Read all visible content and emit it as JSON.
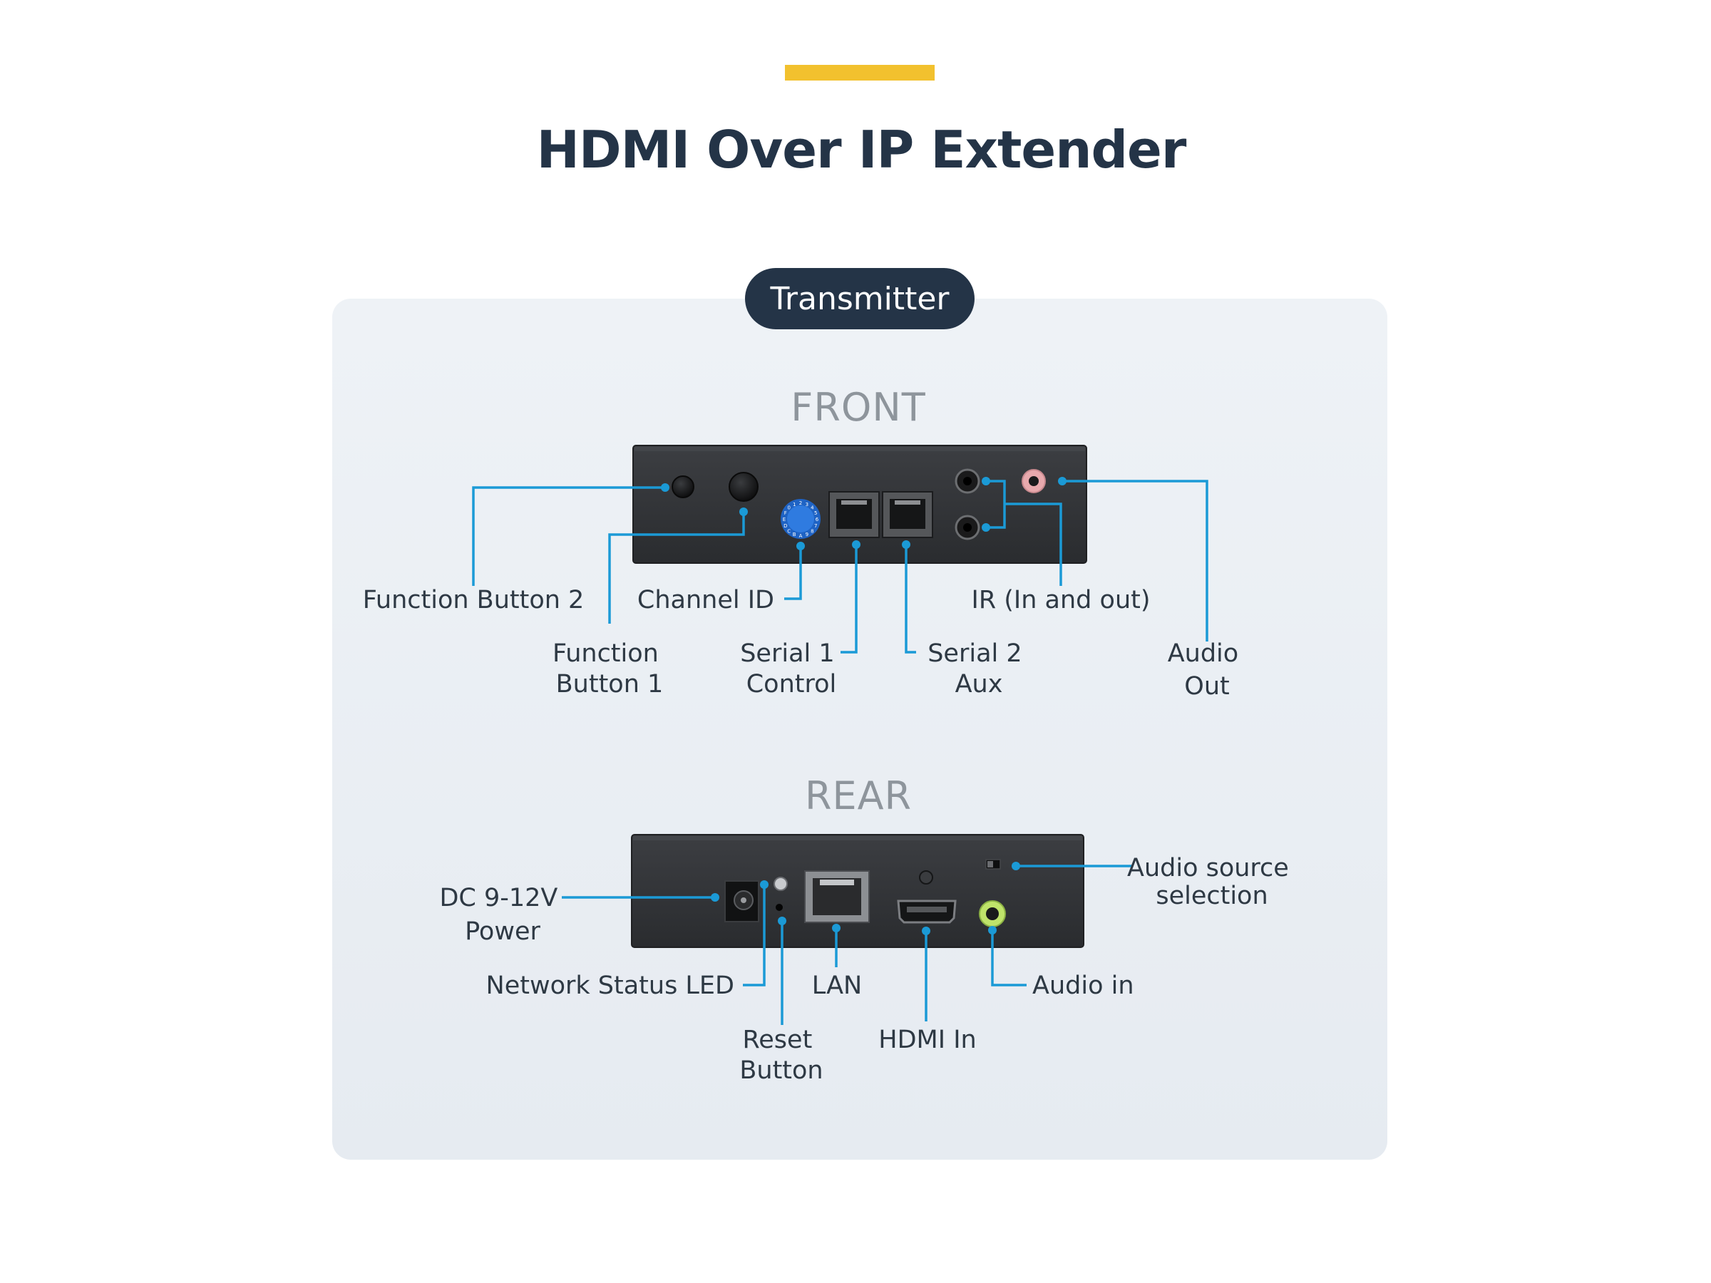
{
  "title": "HDMI Over IP Extender",
  "device": "Transmitter",
  "colors": {
    "accent": "#f2c12e",
    "navy": "#243447",
    "callout": "#1b9ad6",
    "panel": "#e9eef3"
  },
  "front": {
    "heading": "FRONT",
    "dial_digits": "23456789ABCDEF01",
    "labels": {
      "function_button_2": "Function Button 2",
      "function_button_1": [
        "Function",
        "Button 1"
      ],
      "channel_id": "Channel ID",
      "serial_1": [
        "Serial 1",
        "Control"
      ],
      "serial_2": [
        "Serial 2",
        "Aux"
      ],
      "ir": "IR (In and out)",
      "audio_out": [
        "Audio",
        "Out"
      ]
    }
  },
  "rear": {
    "heading": "REAR",
    "labels": {
      "dc_power": [
        "DC 9-12V",
        "Power"
      ],
      "network_led": "Network Status LED",
      "reset": [
        "Reset",
        "Button"
      ],
      "lan": "LAN",
      "hdmi_in": "HDMI In",
      "audio_in": "Audio in",
      "audio_source": [
        "Audio source",
        "selection"
      ]
    }
  }
}
